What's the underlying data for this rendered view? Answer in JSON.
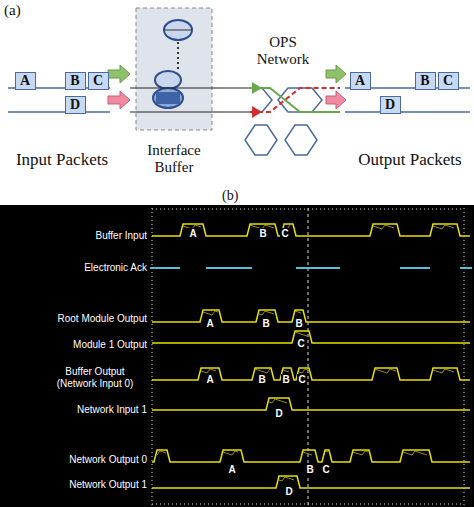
{
  "diagram": {
    "nodes": [
      {
        "text": [
          "A"
        ]
      },
      {
        "text": [
          "B"
        ]
      },
      {
        "text": [
          "C"
        ]
      },
      {
        "text": [
          "D"
        ]
      },
      {
        "text": [
          "A"
        ]
      },
      {
        "text": [
          "B"
        ]
      },
      {
        "text": [
          "C"
        ]
      },
      {
        "text": [
          "D"
        ]
      }
    ],
    "labels": [
      "(a)",
      "OPS Network",
      "Input Packets",
      "Interface Buffer",
      "Output Packets",
      "(b)",
      "Buffer Input",
      "Electronic Ack",
      "Root Module Output",
      "Module 1 Output",
      "Buffer Output (Network Input 0)",
      "Network Input 1",
      "Network Output 0",
      "Network Output 1",
      "A",
      "B",
      "C",
      "A",
      "B",
      "B",
      "C",
      "A",
      "B",
      "B",
      "C",
      "D",
      "A",
      "B",
      "C",
      "D"
    ]
  }
}
